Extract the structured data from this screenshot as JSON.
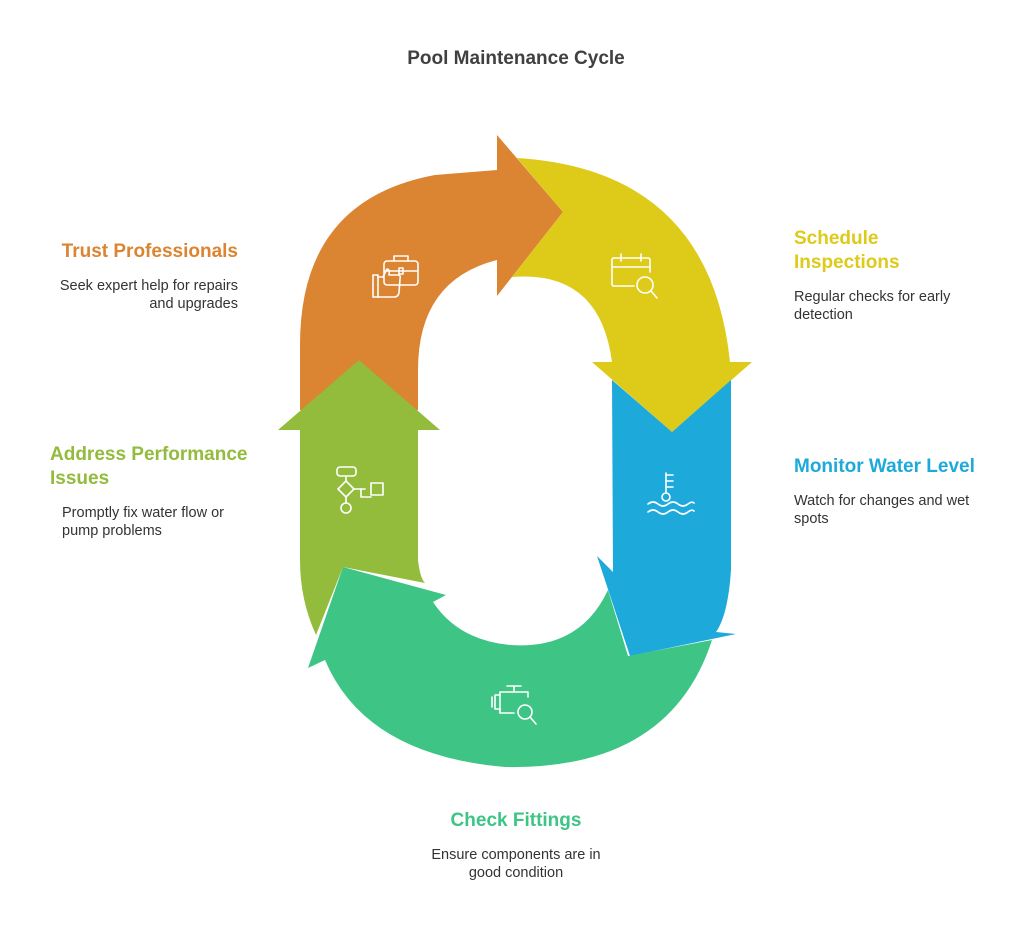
{
  "title": "Pool Maintenance Cycle",
  "colors": {
    "trust": "#DB8432",
    "schedule": "#DDCA19",
    "monitor": "#1EA9DB",
    "check": "#3EC585",
    "address": "#93BB3C",
    "text": "#333333",
    "title": "#404040"
  },
  "steps": [
    {
      "id": "trust",
      "title": "Trust Professionals",
      "description": "Seek expert help for repairs and upgrades",
      "icon": "briefcase-thumbs-up-icon"
    },
    {
      "id": "schedule",
      "title": "Schedule Inspections",
      "description": "Regular checks for early detection",
      "icon": "calendar-search-icon"
    },
    {
      "id": "monitor",
      "title": "Monitor Water Level",
      "description": "Watch for changes and wet spots",
      "icon": "thermometer-water-icon"
    },
    {
      "id": "check",
      "title": "Check Fittings",
      "description": "Ensure components are in good condition",
      "icon": "engine-search-icon"
    },
    {
      "id": "address",
      "title": "Address Performance Issues",
      "description": "Promptly fix water flow or pump problems",
      "icon": "flowchart-icon"
    }
  ]
}
